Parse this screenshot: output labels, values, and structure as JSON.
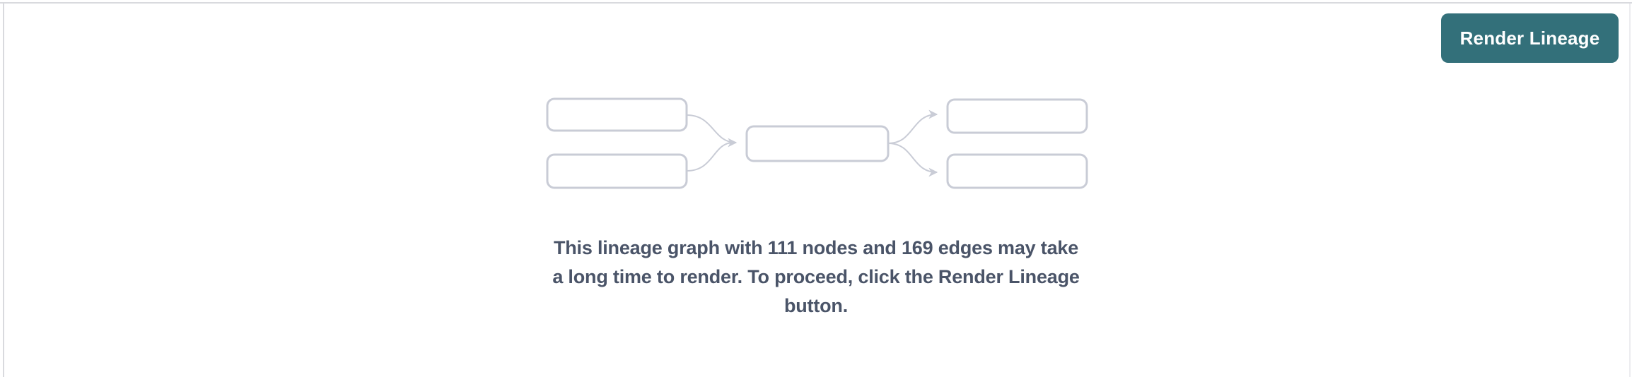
{
  "colors": {
    "accent_teal": "#33707a",
    "button_text": "#ffffff",
    "message_text": "#4a5468",
    "diagram_stroke": "#c9ccd6",
    "divider": "#d9dade",
    "edge_faint": "#ececef"
  },
  "toolbar": {
    "render_lineage_label": "Render Lineage"
  },
  "empty_state": {
    "illustration": "lineage-graph-placeholder",
    "node_count": "111",
    "edge_count": "169",
    "message_lines": [
      "This lineage graph with 111 nodes and 169 edges may take",
      "a long time to render. To proceed, click the Render Lineage",
      "button."
    ],
    "message_full": "This lineage graph with 111 nodes and 169 edges may take a long time to render. To proceed, click the Render Lineage button."
  }
}
